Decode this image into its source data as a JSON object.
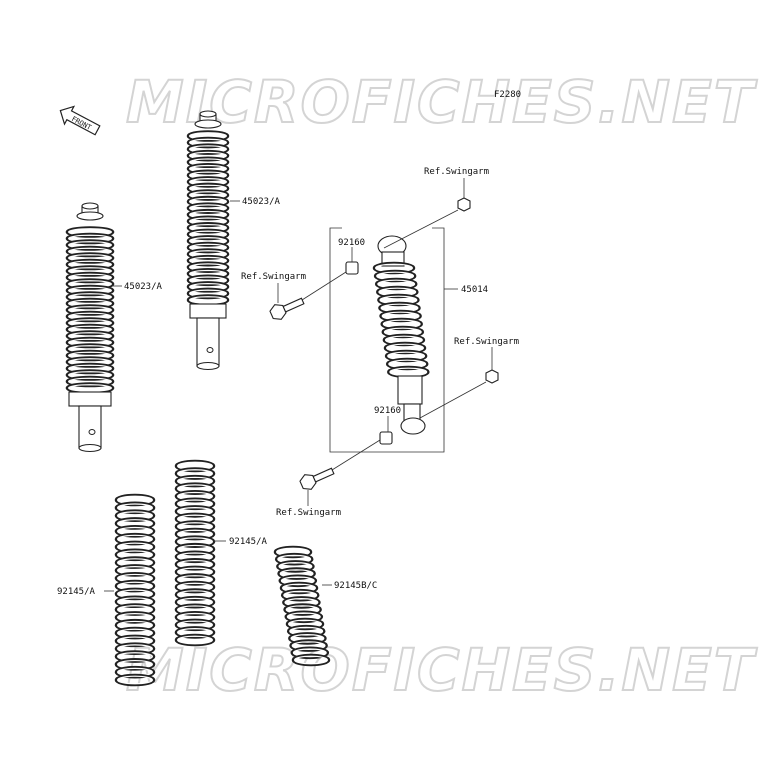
{
  "diagram": {
    "figure_id": "F2280",
    "watermark": "MICROFICHES.NET",
    "front_label": "FRONT",
    "labels": {
      "cover_upper": "45023/A",
      "cover_left": "45023/A",
      "shock_absorber": "45014",
      "bushing_top": "92160",
      "bushing_bottom": "92160",
      "ref_swingarm_top": "Ref.Swingarm",
      "ref_swingarm_left": "Ref.Swingarm",
      "ref_swingarm_right": "Ref.Swingarm",
      "ref_swingarm_bottom": "Ref.Swingarm",
      "spring_left": "92145/A",
      "spring_middle": "92145/A",
      "spring_small": "92145B/C"
    }
  }
}
